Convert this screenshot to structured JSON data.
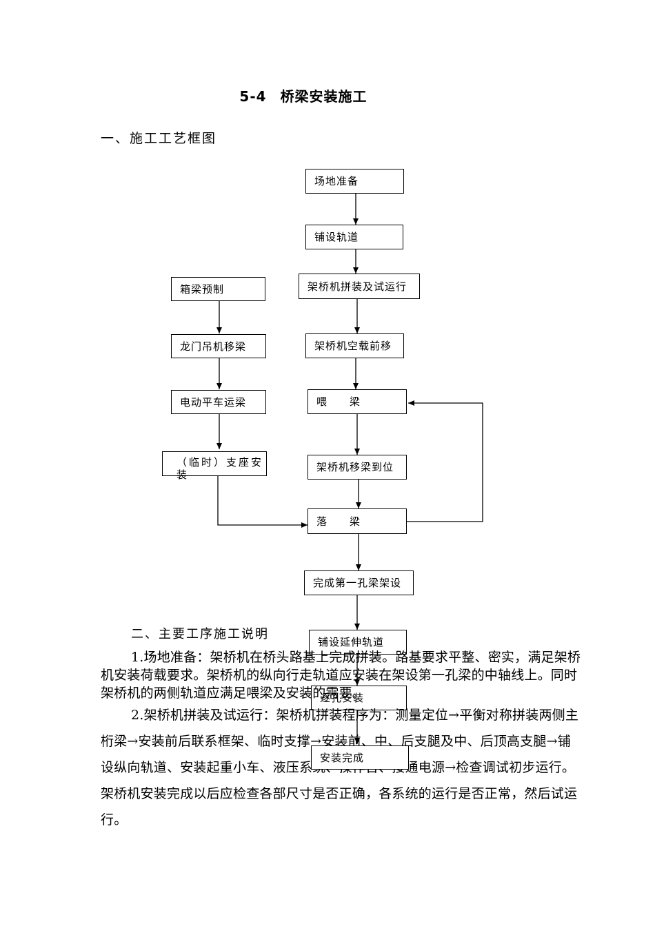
{
  "title": {
    "number": "5-4",
    "text": "桥梁安装施工"
  },
  "section1": {
    "heading": "一、施工工艺框图"
  },
  "flow": {
    "main": [
      "场地准备",
      "铺设轨道",
      "架桥机拼装及试运行",
      "架桥机空载前移",
      "喂　　梁",
      "架桥机移梁到位",
      "落　　梁",
      "完成第一孔梁架设",
      "铺设延伸轨道",
      "逐孔安装",
      "安装完成"
    ],
    "side": [
      "箱梁预制",
      "龙门吊机移梁",
      "电动平车运梁",
      "（临时）支座安装"
    ]
  },
  "section2": {
    "heading": "二、主要工序施工说明",
    "paragraphs": [
      "1.场地准备：架桥机在桥头路基上完成拼装。路基要求平整、密实，满足架桥机安装荷载要求。架桥机的纵向行走轨道应安装在架设第一孔梁的中轴线上。同时架桥机的两侧轨道应满足喂梁及安装的需要。",
      "2.架桥机拼装及试运行：架桥机拼装程序为：测量定位→平衡对称拼装两侧主桁梁→安装前后联系框架、临时支撑→安装前、中、后支腿及中、后顶高支腿→铺设纵向轨道、安装起重小车、液压系统、操作台、接通电源→检查调试初步运行。架桥机安装完成以后应检查各部尺寸是否正确，各系统的运行是否正常，然后试运行。"
    ]
  }
}
